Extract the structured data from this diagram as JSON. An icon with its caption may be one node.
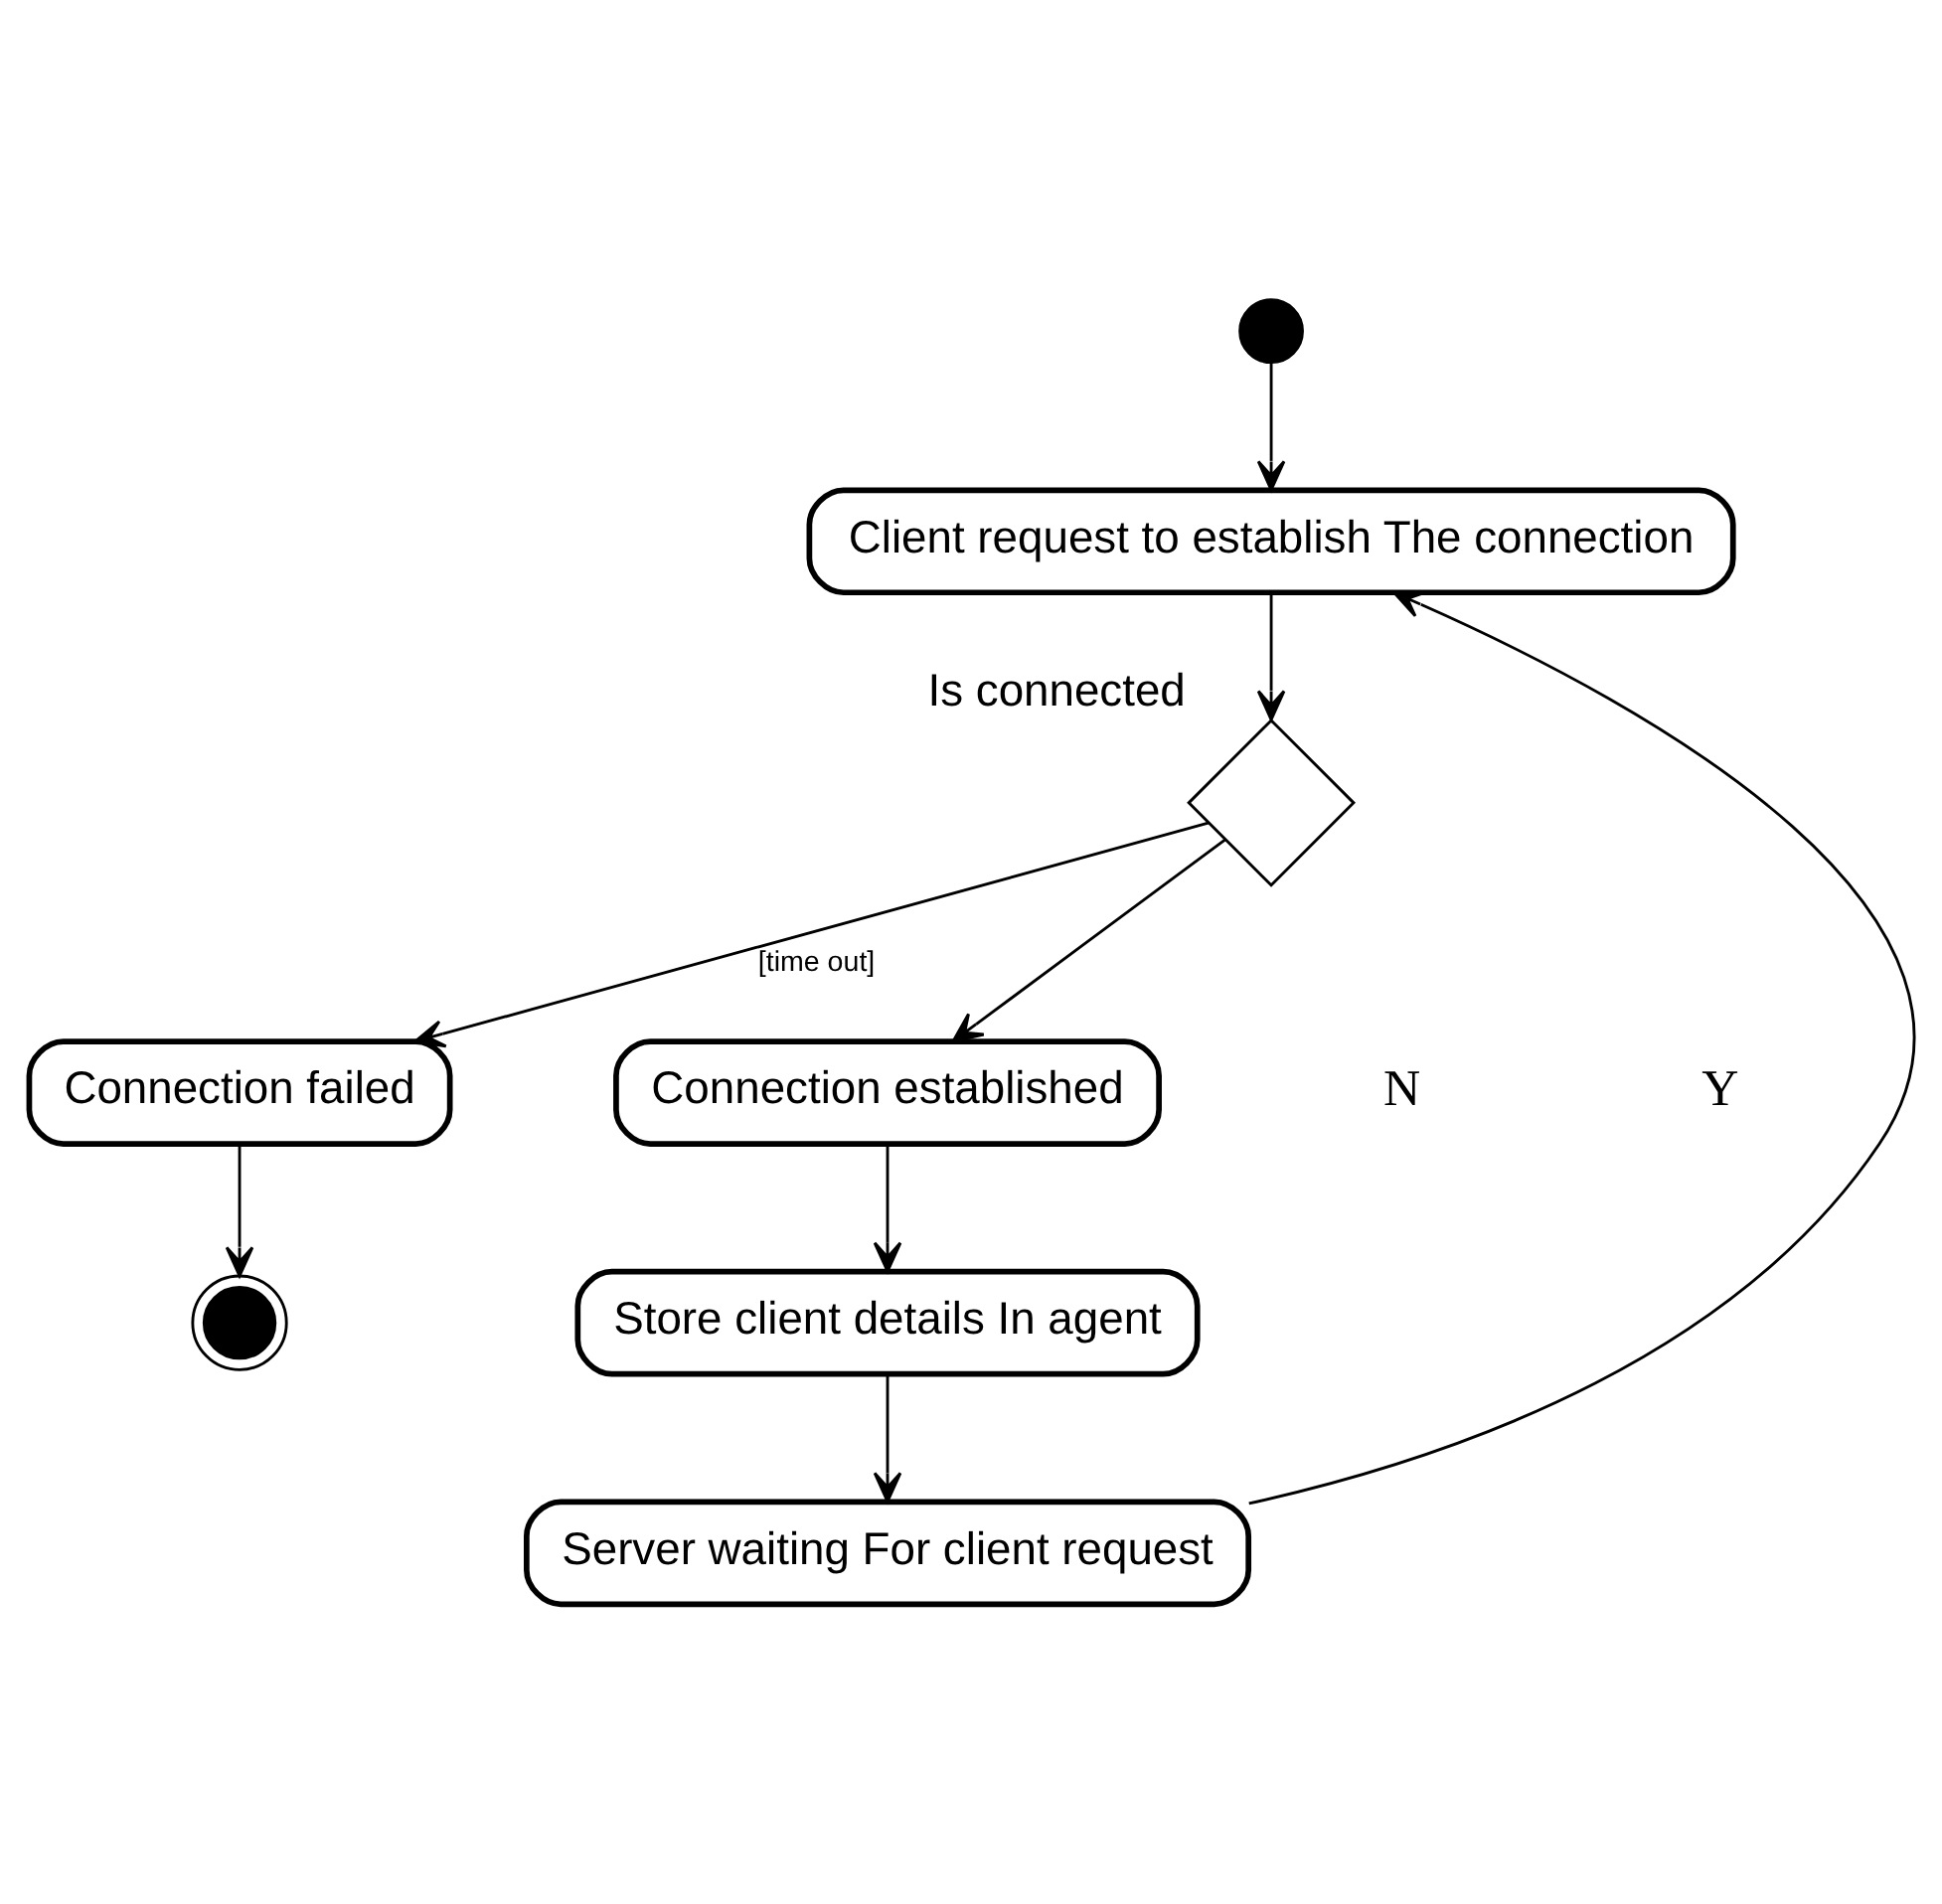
{
  "diagram": {
    "nodes": [
      {
        "text": [],
        "shape": "circle"
      },
      {
        "text": [
          "Client request to establish The connection"
        ]
      },
      {
        "text": [],
        "shape": "diamond",
        "beside": [
          "Is connected"
        ]
      },
      {
        "text": [
          "Connection failed"
        ]
      },
      {
        "text": [],
        "shape": "circle"
      },
      {
        "text": [
          "Connection established"
        ]
      },
      {
        "text": [
          "Store client details In agent"
        ]
      },
      {
        "text": [
          "Server waiting For client request"
        ]
      }
    ],
    "edges": [
      {
        "from": 0,
        "to": 1,
        "arrow": "to"
      },
      {
        "from": 1,
        "to": 2,
        "arrow": "to"
      },
      {
        "from": 2,
        "to": 3,
        "arrow": "to",
        "label": "[time out]"
      },
      {
        "from": 2,
        "to": 5,
        "arrow": "to"
      },
      {
        "from": 3,
        "to": 4,
        "arrow": "to"
      },
      {
        "from": 5,
        "to": 6,
        "arrow": "to"
      },
      {
        "from": 6,
        "to": 7,
        "arrow": "to"
      },
      {
        "from": 7,
        "to": 1,
        "arrow": "to"
      }
    ],
    "labels": [
      "N",
      "Y"
    ]
  }
}
